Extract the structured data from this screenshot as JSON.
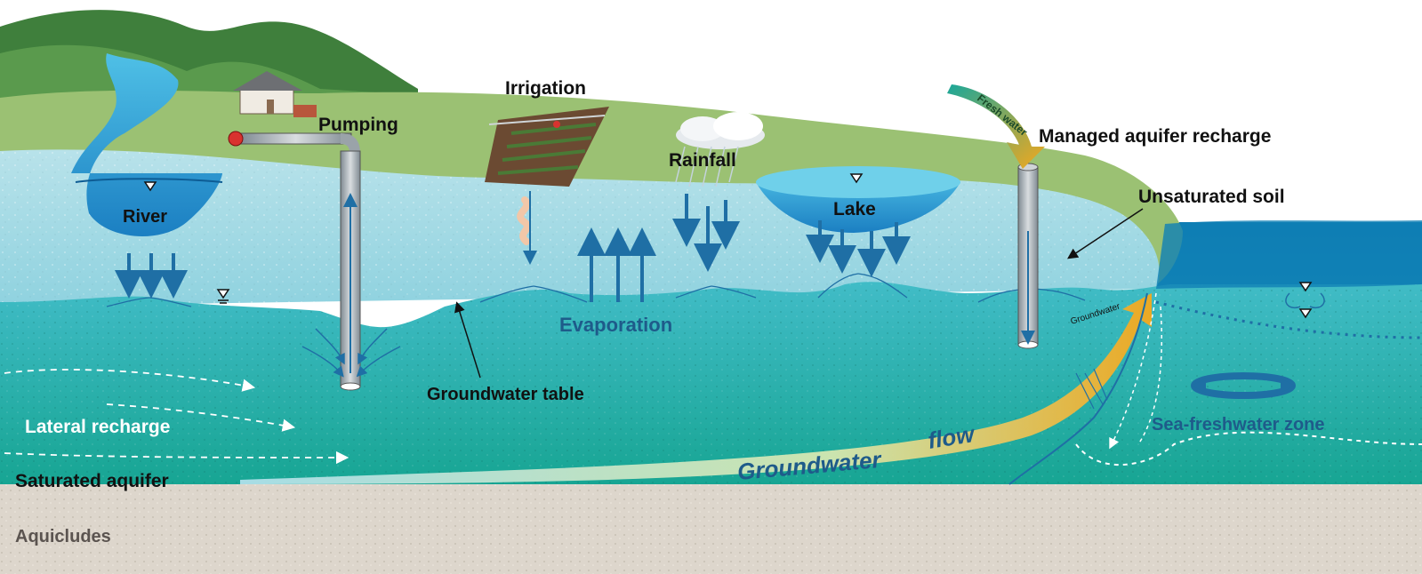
{
  "labels": {
    "river": "River",
    "pumping": "Pumping",
    "irrigation": "Irrigation",
    "rainfall": "Rainfall",
    "lake": "Lake",
    "managed_recharge": "Managed aquifer recharge",
    "fresh_water": "Fresh water",
    "unsaturated_soil": "Unsaturated soil",
    "evaporation": "Evaporation",
    "groundwater_table": "Groundwater table",
    "groundwater_small": "Groundwater",
    "lateral_recharge": "Lateral recharge",
    "saturated_aquifer": "Saturated aquifer",
    "groundwater_flow_1": "Groundwater",
    "groundwater_flow_2": "flow",
    "sea_freshwater_zone": "Sea-freshwater zone",
    "aquicludes": "Aquicludes"
  },
  "colors": {
    "hills_dark": "#3f7f3c",
    "land_green": "#9bc173",
    "unsaturated": "#a9dbe4",
    "saturated": "#2bb3a9",
    "aquiclude": "#ddd6cc",
    "sea": "#1a8fbf",
    "arrow_blue": "#1f6fa5",
    "label_dark": "#111111",
    "label_blue": "#1e5b8a",
    "label_white": "#ffffff",
    "flow_orange": "#f4a81c"
  }
}
